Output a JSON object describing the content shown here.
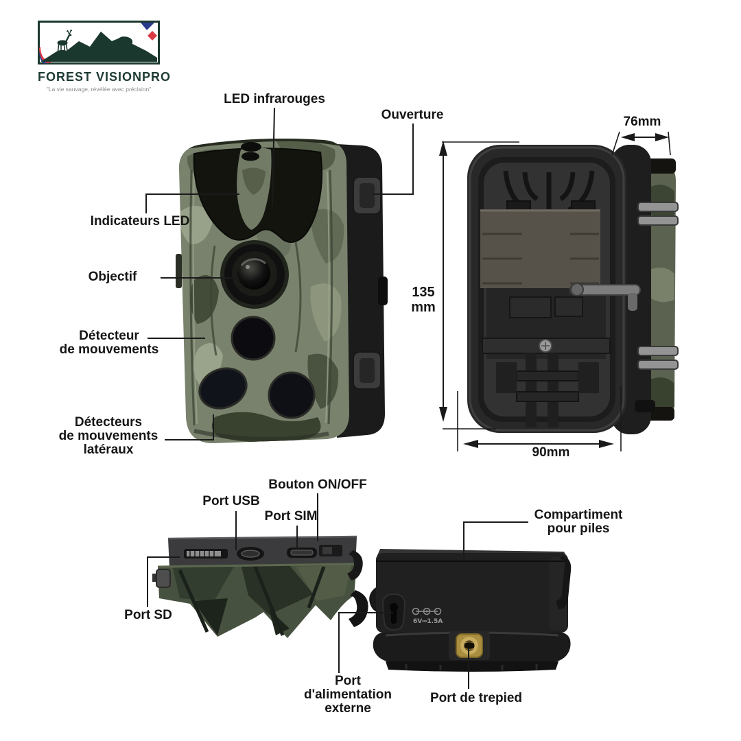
{
  "brand": {
    "name": "FOREST VISIONPRO",
    "tagline": "\"La vie sauvage, révélée avec précision\""
  },
  "colors": {
    "label_text": "#151515",
    "logo_green": "#1b382e",
    "brand_text": "#1d3b33",
    "tagline_grey": "#8a8a8a",
    "flag_blue": "#2a3a8c",
    "flag_red": "#d93a44",
    "camo_base": "#79826c",
    "body_black": "#232323",
    "brass": "#b3924a"
  },
  "front_view": {
    "labels": {
      "ir_leds": "LED infrarouges",
      "indicators": "Indicateurs LED",
      "lens": "Objectif",
      "motion_detector": [
        "Détecteur",
        "de mouvements"
      ],
      "side_detectors": [
        "Détecteurs",
        "de mouvements",
        "latéraux"
      ],
      "opening": "Ouverture"
    }
  },
  "back_view": {
    "dimensions": {
      "depth": "76mm",
      "height": [
        "135",
        "mm"
      ],
      "width": "90mm"
    }
  },
  "bottom_view": {
    "labels": {
      "power_button": "Bouton ON/OFF",
      "usb": "Port USB",
      "sim": "Port SIM",
      "sd": "Port SD"
    }
  },
  "battery_view": {
    "labels": {
      "battery_compartment": [
        "Compartiment",
        "pour piles"
      ],
      "external_power": [
        "Port",
        "d'alimentation",
        "externe"
      ],
      "tripod": "Port de trepied"
    },
    "marking": "6V⎓1.5A"
  }
}
